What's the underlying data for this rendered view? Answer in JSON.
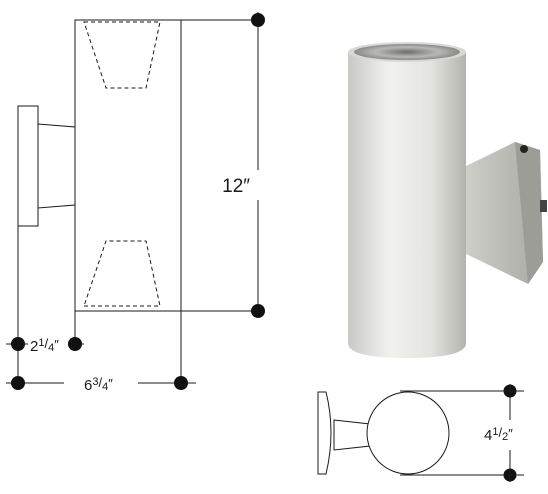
{
  "dimensions": {
    "height": {
      "main": "12",
      "mark": "″"
    },
    "depth": {
      "whole": "2",
      "num": "1",
      "den": "4",
      "mark": "″"
    },
    "width": {
      "whole": "6",
      "num": "3",
      "den": "4",
      "mark": "″"
    },
    "diameter": {
      "whole": "4",
      "num": "1",
      "den": "2",
      "mark": "″"
    }
  },
  "colors": {
    "line": "#1a1a1a",
    "fixture_body": "#e9e9e6",
    "fixture_shadow": "#b9b9b5",
    "reflector": "#9a9a98"
  }
}
